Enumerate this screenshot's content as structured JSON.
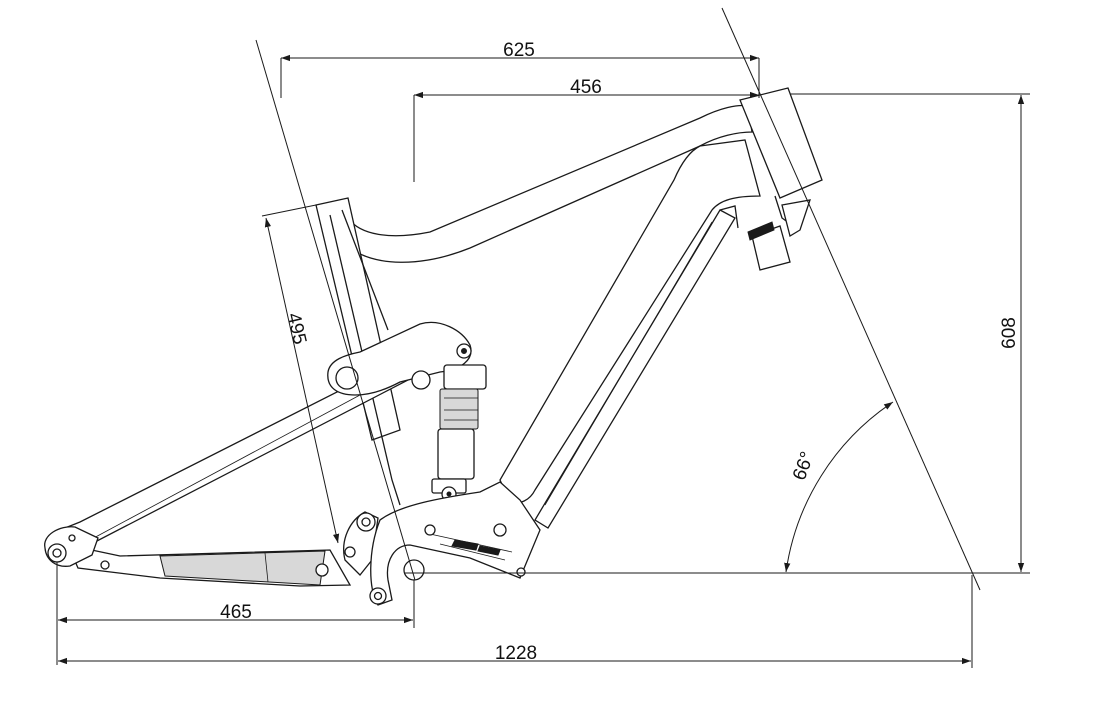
{
  "dimensions": {
    "reach": "625",
    "stack_top": "456",
    "seat_tube": "495",
    "stack": "608",
    "head_angle": "66°",
    "chainstay": "465",
    "wheelbase": "1228"
  },
  "colors": {
    "line": "#1a1a1a",
    "background": "#ffffff"
  }
}
